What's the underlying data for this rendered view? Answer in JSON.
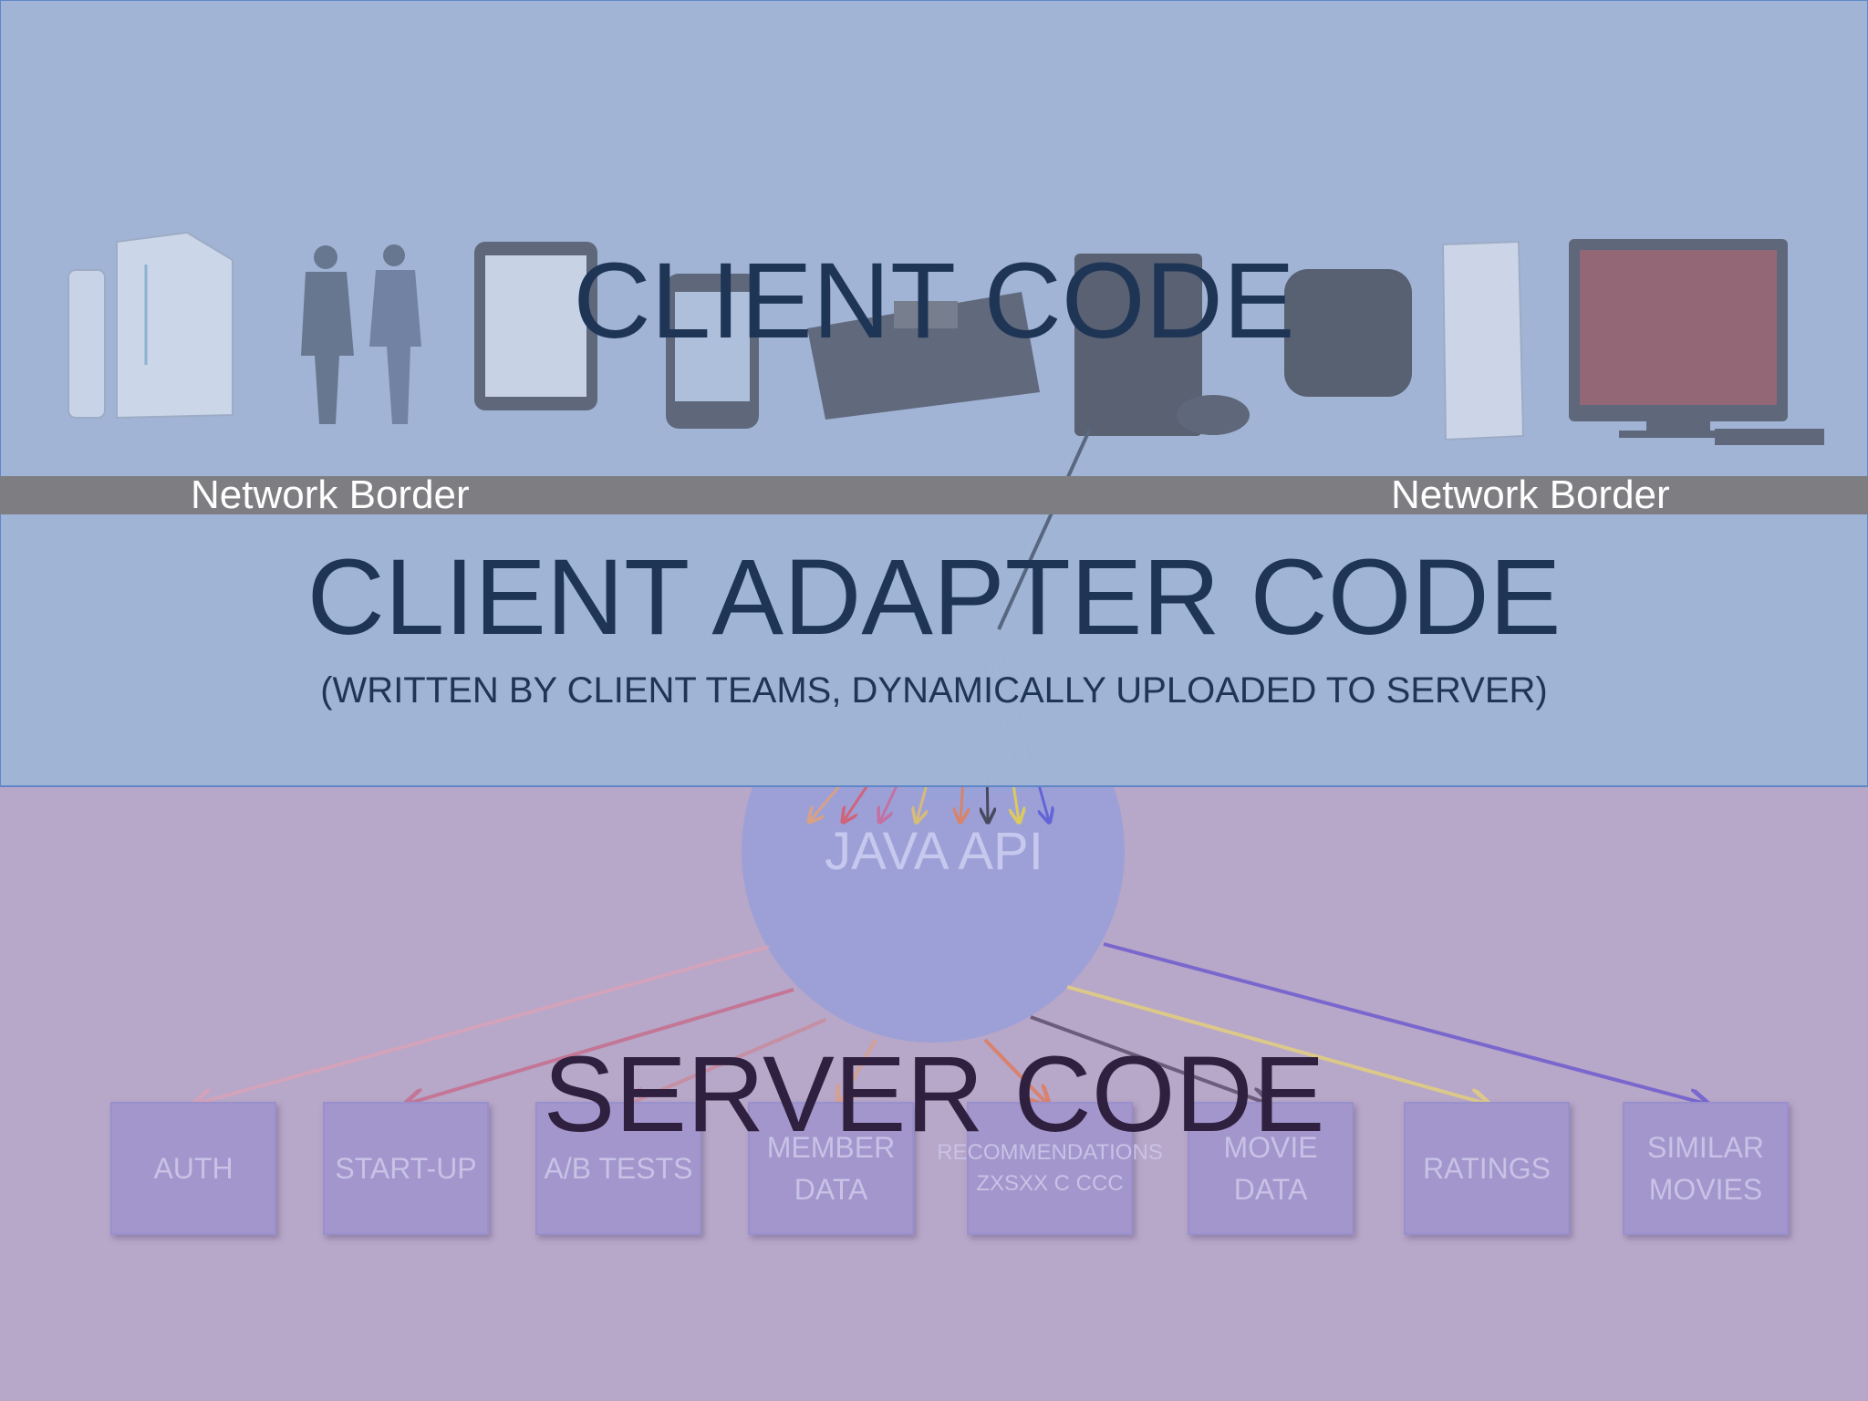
{
  "titles": {
    "client_code": "CLIENT CODE",
    "client_adapter_code": "CLIENT ADAPTER CODE",
    "adapter_subtitle": "(WRITTEN BY CLIENT TEAMS, DYNAMICALLY UPLOADED TO SERVER)",
    "server_code": "SERVER CODE"
  },
  "network_border": {
    "left_label": "Network Border",
    "right_label": "Network Border"
  },
  "java_api": {
    "label": "JAVA API"
  },
  "devices": [
    "wii-console",
    "presenters",
    "ipad",
    "iphone",
    "set-top-box",
    "ps3-console",
    "apple-tv",
    "xbox-360",
    "television"
  ],
  "services": [
    {
      "label": "AUTH"
    },
    {
      "label": "START-UP"
    },
    {
      "label": "A/B TESTS"
    },
    {
      "label": "MEMBER DATA"
    },
    {
      "label": "RECOMMENDATIONS ZXSXX C CCC"
    },
    {
      "label": "MOVIE DATA"
    },
    {
      "label": "RATINGS"
    },
    {
      "label": "SIMILAR MOVIES"
    }
  ],
  "colors": {
    "client_background": "#a0b4d6",
    "server_background": "#b7a7c8",
    "border_band": "#7d7d82",
    "title_text": "#1f3556",
    "server_title_text": "#30203f",
    "java_circle": "#9aa0d8",
    "service_box": "#a296cc"
  }
}
